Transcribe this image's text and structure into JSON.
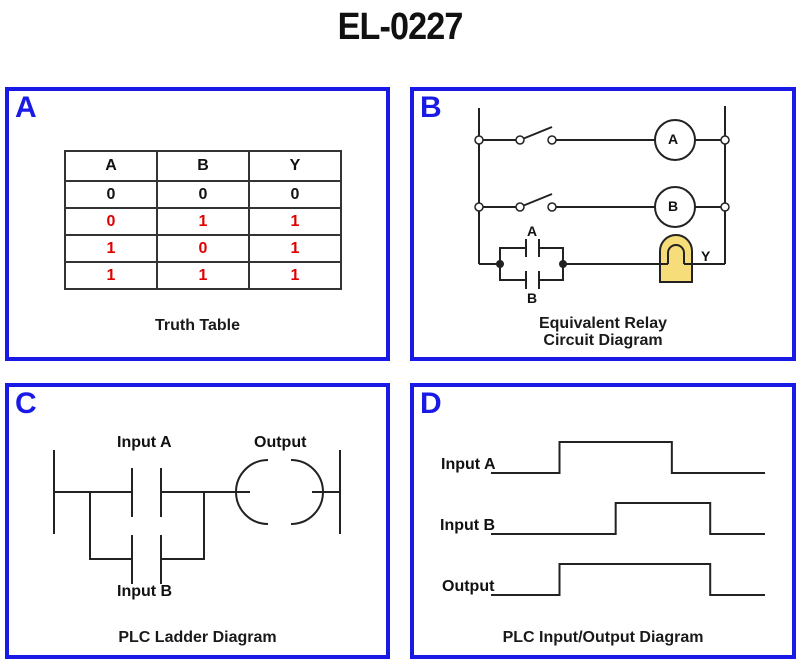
{
  "title": "EL-0227",
  "colors": {
    "panel_border": "#1a1ae6",
    "highlight": "#e00000",
    "lamp_fill": "#f7dc7a"
  },
  "panels": {
    "a": {
      "letter": "A",
      "caption": "Truth Table",
      "table": {
        "headers": [
          "A",
          "B",
          "Y"
        ],
        "rows": [
          {
            "cells": [
              "0",
              "0",
              "0"
            ],
            "highlight": false
          },
          {
            "cells": [
              "0",
              "1",
              "1"
            ],
            "highlight": true
          },
          {
            "cells": [
              "1",
              "0",
              "1"
            ],
            "highlight": true
          },
          {
            "cells": [
              "1",
              "1",
              "1"
            ],
            "highlight": true
          }
        ]
      }
    },
    "b": {
      "letter": "B",
      "caption_line1": "Equivalent Relay",
      "caption_line2": "Circuit Diagram",
      "relay_a_label": "A",
      "relay_b_label": "B",
      "contact_a_label": "A",
      "contact_b_label": "B",
      "lamp_label": "Y"
    },
    "c": {
      "letter": "C",
      "caption": "PLC Ladder Diagram",
      "input_a_label": "Input A",
      "input_b_label": "Input B",
      "output_label": "Output"
    },
    "d": {
      "letter": "D",
      "caption": "PLC Input/Output Diagram",
      "signals": [
        {
          "label": "Input A",
          "high_from": 0.25,
          "high_to": 0.66
        },
        {
          "label": "Input B",
          "high_from": 0.455,
          "high_to": 0.8
        },
        {
          "label": "Output",
          "high_from": 0.25,
          "high_to": 0.8
        }
      ]
    }
  }
}
